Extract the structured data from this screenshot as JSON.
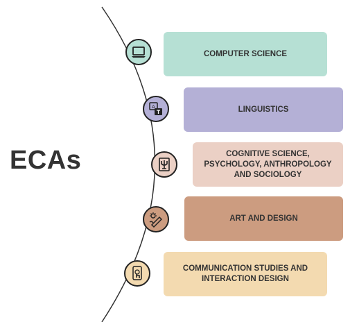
{
  "title": "ECAs",
  "items": [
    {
      "label": "COMPUTER SCIENCE",
      "icon": "laptop-icon",
      "box_color": "#b6e0d4",
      "bubble_color": "#b6e0d4"
    },
    {
      "label": "LINGUISTICS",
      "icon": "translate-icon",
      "box_color": "#b4b0d6",
      "bubble_color": "#b4b0d6"
    },
    {
      "label": "COGNITIVE SCIENCE,\nPSYCHOLOGY, ANTHROPOLOGY\nAND SOCIOLOGY",
      "icon": "psi-icon",
      "box_color": "#ebd0c5",
      "bubble_color": "#ebd0c5"
    },
    {
      "label": "ART AND DESIGN",
      "icon": "brush-icon",
      "box_color": "#cc9c80",
      "bubble_color": "#cc9c80"
    },
    {
      "label": "COMMUNICATION STUDIES AND\nINTERACTION DESIGN",
      "icon": "touch-phone-icon",
      "box_color": "#f3dab0",
      "bubble_color": "#f3dab0"
    }
  ]
}
